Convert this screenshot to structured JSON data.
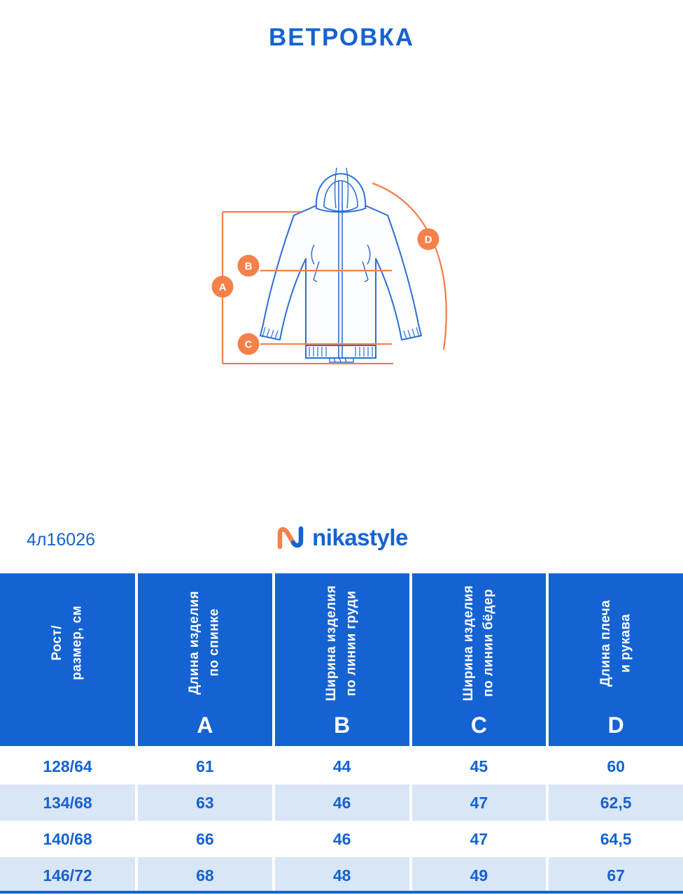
{
  "page": {
    "title": "ВЕТРОВКА",
    "product_code": "4л16026",
    "brand_name": "nikastyle"
  },
  "colors": {
    "primary_blue": "#1563D2",
    "accent_orange": "#F4804A",
    "row_alt": "#D9E6F5"
  },
  "diagram": {
    "labels": [
      "A",
      "B",
      "C",
      "D"
    ]
  },
  "table": {
    "columns": [
      {
        "label": "Рост/\nразмер, см",
        "letter": ""
      },
      {
        "label": "Длина изделия\nпо спинке",
        "letter": "A"
      },
      {
        "label": "Ширина изделия\nпо линии груди",
        "letter": "B"
      },
      {
        "label": "Ширина изделия\nпо линии бёдер",
        "letter": "C"
      },
      {
        "label": "Длина плеча\nи рукава",
        "letter": "D"
      }
    ],
    "rows": [
      [
        "128/64",
        "61",
        "44",
        "45",
        "60"
      ],
      [
        "134/68",
        "63",
        "46",
        "47",
        "62,5"
      ],
      [
        "140/68",
        "66",
        "46",
        "47",
        "64,5"
      ],
      [
        "146/72",
        "68",
        "48",
        "49",
        "67"
      ]
    ]
  }
}
